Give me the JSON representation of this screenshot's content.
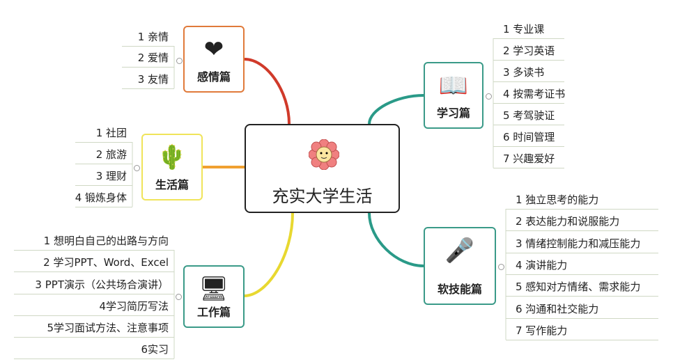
{
  "center": {
    "title": "充实大学生活",
    "icon": "flower-icon"
  },
  "branches": [
    {
      "key": "emotion",
      "title": "感情篇",
      "icon": "heart-icon",
      "color": "#e07a3a",
      "line": "#d03a2a",
      "items": [
        "1 亲情",
        "2 爱情",
        "3 友情"
      ]
    },
    {
      "key": "life",
      "title": "生活篇",
      "icon": "cactus-icon",
      "color": "#f0e45a",
      "line": "#f0a030",
      "items": [
        "1 社团",
        "2 旅游",
        "3 理财",
        "4 锻炼身体"
      ]
    },
    {
      "key": "work",
      "title": "工作篇",
      "icon": "computer-icon",
      "color": "#3a9a88",
      "line": "#e8d830",
      "items": [
        "1 想明白自己的出路与方向",
        "2 学习PPT、Word、Excel",
        "3 PPT演示（公共场合演讲）",
        "4学习简历写法",
        "5学习面试方法、注意事项",
        "6实习"
      ]
    },
    {
      "key": "study",
      "title": "学习篇",
      "icon": "reading-icon",
      "color": "#3a9a88",
      "line": "#2a9a88",
      "items": [
        "1 专业课",
        "2 学习英语",
        "3 多读书",
        "4 按需考证书",
        "5 考驾驶证",
        "6 时间管理",
        "7 兴趣爱好"
      ]
    },
    {
      "key": "soft",
      "title": "软技能篇",
      "icon": "microphone-icon",
      "color": "#3a9a88",
      "line": "#2a9a88",
      "items": [
        "1 独立思考的能力",
        "2 表达能力和说服能力",
        "3 情绪控制能力和减压能力",
        "4 演讲能力",
        "5 感知对方情绪、需求能力",
        "6 沟通和社交能力",
        "7 写作能力"
      ]
    }
  ]
}
